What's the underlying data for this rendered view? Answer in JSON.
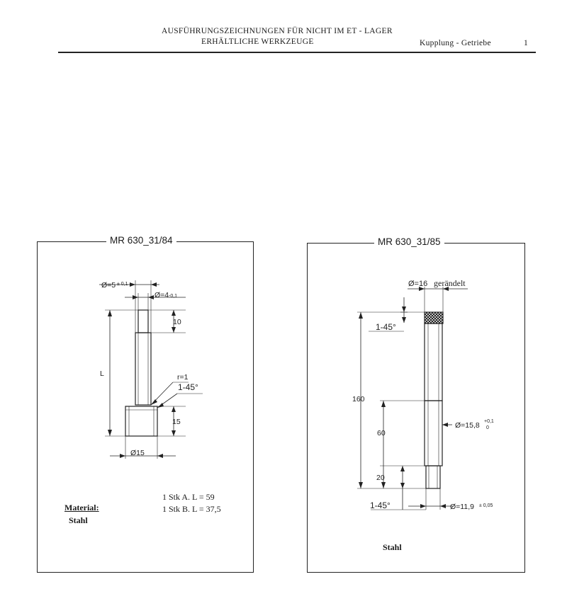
{
  "header": {
    "title_line1": "AUSFÜHRUNGSZEICHNUNGEN FÜR NICHT IM ET - LAGER",
    "title_line2": "ERHÄLTLICHE WERKZEUGE",
    "category": "Kupplung - Getriebe",
    "page_number": "1"
  },
  "left_panel": {
    "title": "MR 630_31/84",
    "dims": {
      "d_top": "Ø=5",
      "d_top_tol": "± 0,1",
      "d_pin": "Ø=4",
      "d_pin_tol": "-0,1",
      "len_10": "10",
      "len_L": "L",
      "radius": "r=1",
      "chamfer": "1-45°",
      "len_15": "15",
      "d_base": "Ø15"
    },
    "material_label": "Material:",
    "material_value": "Stahl",
    "variant_a": "1 Stk A. L = 59",
    "variant_b": "1 Stk B. L = 37,5"
  },
  "right_panel": {
    "title": "MR 630_31/85",
    "dims": {
      "d_knurl": "Ø=16",
      "knurl_note": "gerändelt",
      "chamfer_top": "1-45°",
      "len_160": "160",
      "len_60": "60",
      "d_mid": "Ø=15,8",
      "d_mid_tol_up": "+0,1",
      "d_mid_tol_dn": "0",
      "len_20": "20",
      "chamfer_bottom": "1-45°",
      "d_tip": "Ø=11,9",
      "d_tip_tol": "± 0,05"
    },
    "material_value": "Stahl"
  }
}
